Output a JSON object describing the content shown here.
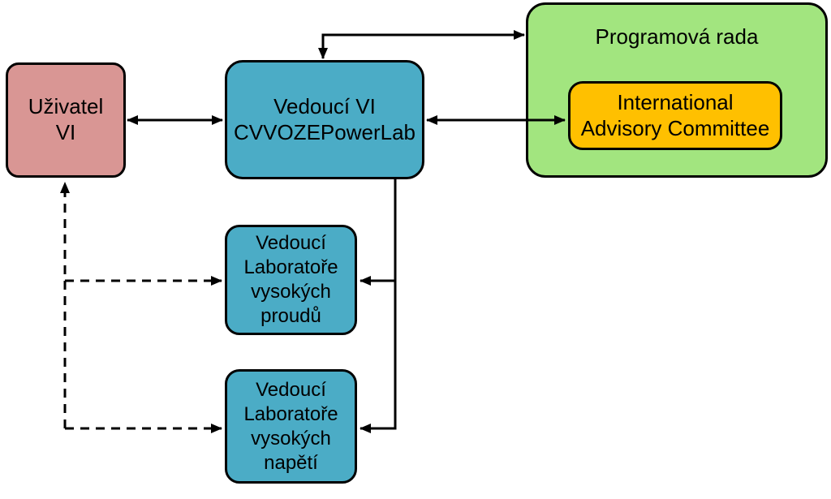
{
  "colors": {
    "user_box": "#D99694",
    "teal_box": "#4BACC6",
    "board_box": "#A2E57F",
    "committee_box": "#FFC000",
    "connector": "#000000",
    "background": "#FFFFFF"
  },
  "nodes": {
    "user_vi": {
      "label": "Uživatel\nVI"
    },
    "head_vi": {
      "label": "Vedoucí VI\nCVVOZEPowerLab"
    },
    "program_board": {
      "label": "Programová rada"
    },
    "advisory_committee": {
      "label": "International\nAdvisory Committee",
      "parent": "program_board"
    },
    "lab_currents": {
      "label": "Vedoucí\nLaboratoře\nvysokých\nproudů"
    },
    "lab_voltage": {
      "label": "Vedoucí\nLaboratoře\nvysokých\nnapětí"
    }
  },
  "connectors": [
    {
      "from": "user_vi",
      "to": "head_vi",
      "style": "solid",
      "arrows": "both"
    },
    {
      "from": "head_vi",
      "to": "program_board",
      "style": "solid",
      "arrows": "both"
    },
    {
      "from": "head_vi",
      "to": "advisory_committee",
      "style": "solid",
      "arrows": "both"
    },
    {
      "from": "head_vi",
      "to": "lab_currents",
      "style": "solid",
      "arrows": "end"
    },
    {
      "from": "head_vi",
      "to": "lab_voltage",
      "style": "solid",
      "arrows": "end"
    },
    {
      "from": "user_vi",
      "to": "lab_currents",
      "style": "dashed",
      "arrows": "both"
    },
    {
      "from": "user_vi",
      "to": "lab_voltage",
      "style": "dashed",
      "arrows": "both"
    }
  ]
}
